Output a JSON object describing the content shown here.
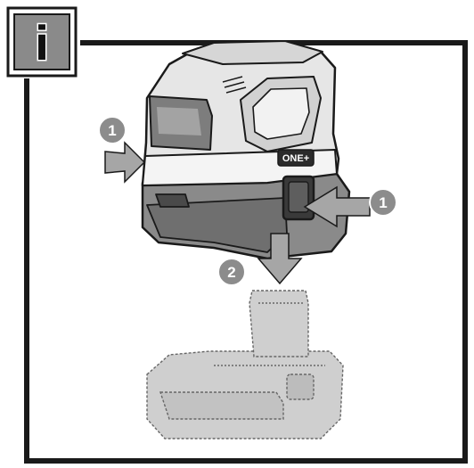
{
  "info_box": {
    "letter": "i",
    "icon": "info-icon"
  },
  "steps": [
    {
      "label": "1",
      "action": "press-release-button"
    },
    {
      "label": "1",
      "action": "press-release-button"
    },
    {
      "label": "2",
      "action": "slide-tool-off-battery"
    }
  ],
  "brand_mark": "ONE+",
  "colors": {
    "frame": "#1a1a1a",
    "tool_body": "#e6e6e6",
    "tool_shadow": "#b5b5b5",
    "tool_dark": "#8a8a8a",
    "arrow": "#a6a6a6",
    "badge": "#8c8c8c",
    "battery": "#cfcfcf"
  }
}
